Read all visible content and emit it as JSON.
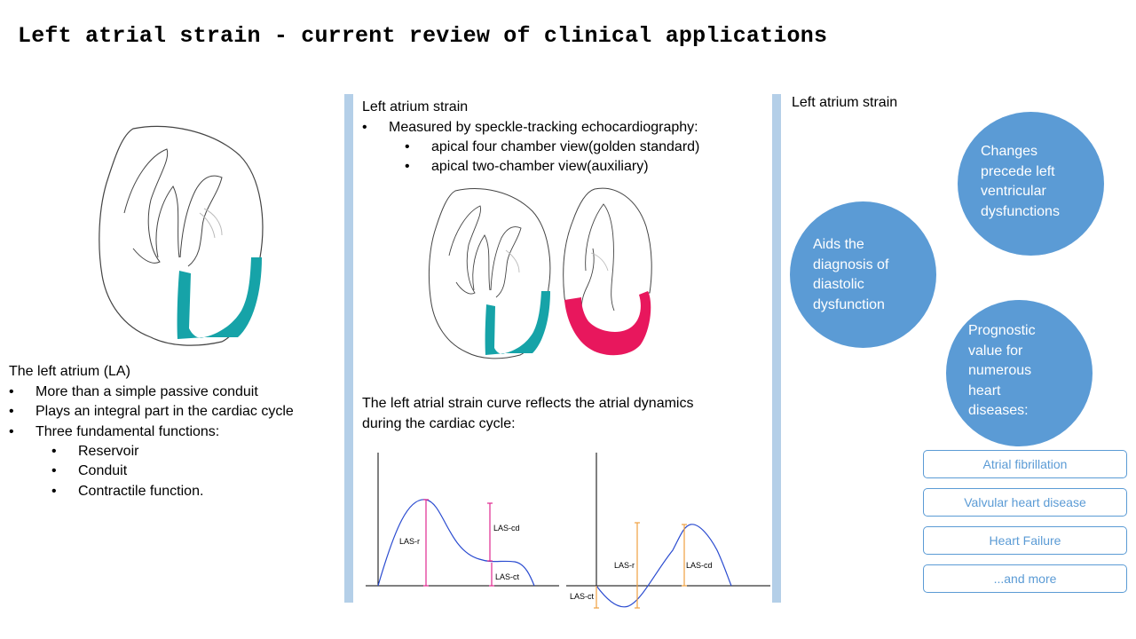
{
  "title": "Left atrial strain - current review of clinical applications",
  "left_panel": {
    "heading": "The left atrium (LA)",
    "bullets": [
      "More than a simple passive conduit",
      "Plays an integral part in the cardiac cycle",
      "Three fundamental functions:"
    ],
    "sub_bullets": [
      "Reservoir",
      "Conduit",
      "Contractile function."
    ]
  },
  "middle_panel": {
    "heading": "Left atrium strain",
    "bullet": "Measured by speckle-tracking echocardiography:",
    "sub_bullets": [
      "apical four chamber view(golden standard)",
      "apical two-chamber view(auxiliary)"
    ],
    "curve_text_line1": "The left atrial strain curve reflects the atrial dynamics",
    "curve_text_line2": "during the cardiac cycle:"
  },
  "curve_labels": {
    "chart1": {
      "r": "LAS-r",
      "cd": "LAS-cd",
      "ct": "LAS-ct"
    },
    "chart2": {
      "ct": "LAS-ct",
      "r": "LAS-r",
      "cd": "LAS-cd"
    }
  },
  "right_panel": {
    "heading": "Left atrium strain",
    "circle_changes": [
      "Changes",
      "precede left",
      "ventricular",
      "dysfunctions"
    ],
    "circle_aids": [
      "Aids the",
      "diagnosis of",
      "diastolic",
      "dysfunction"
    ],
    "circle_prognostic": [
      "Prognostic",
      "value for",
      "numerous",
      "heart",
      "diseases:"
    ],
    "diseases": [
      "Atrial fibrillation",
      "Valvular heart disease",
      "Heart Failure",
      "...and more"
    ]
  },
  "colors": {
    "accent_blue": "#5b9bd5",
    "divider_blue": "#b4cfe8",
    "teal": "#16a3a8",
    "magenta": "#e8175d",
    "pink_marker": "#e0288f",
    "orange_marker": "#f0a040",
    "curve_blue": "#2a4bd0"
  }
}
